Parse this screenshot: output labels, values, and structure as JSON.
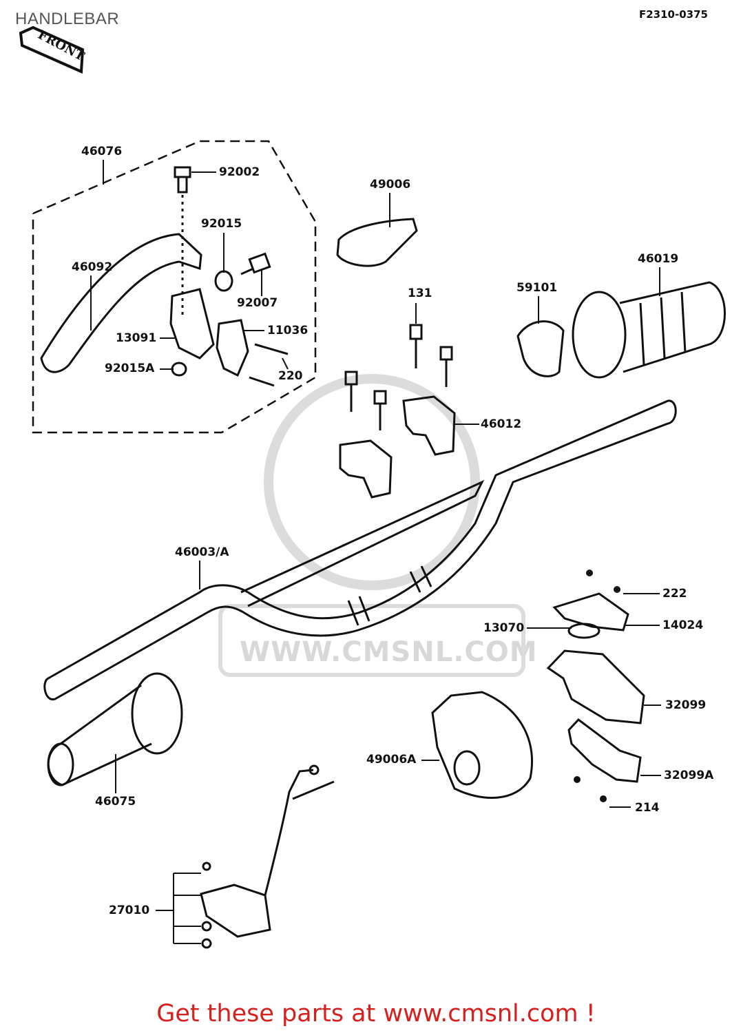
{
  "header": {
    "title": "HANDLEBAR",
    "drawing_code": "F2310-0375",
    "front_label": "FRONT"
  },
  "parts": {
    "p46076": "46076",
    "p92002": "92002",
    "p92015": "92015",
    "p46092": "46092",
    "p92007": "92007",
    "p13091": "13091",
    "p11036": "11036",
    "p92015A": "92015A",
    "p220": "220",
    "p49006": "49006",
    "p46019": "46019",
    "p131": "131",
    "p59101": "59101",
    "p46012": "46012",
    "p46003A": "46003/A",
    "p222": "222",
    "p14024": "14024",
    "p13070": "13070",
    "p32099": "32099",
    "p49006A": "49006A",
    "p32099A": "32099A",
    "p214": "214",
    "p46075": "46075",
    "p27010": "27010"
  },
  "watermark": {
    "text": "WWW.CMSNL.COM"
  },
  "footer": {
    "cta": "Get these parts at www.cmsnl.com !",
    "cta_color": "#d6201e"
  }
}
